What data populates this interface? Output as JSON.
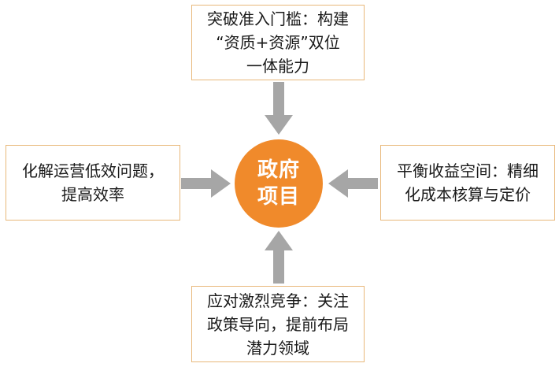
{
  "center": {
    "label": "政府\n项目",
    "color": "#f08a2b"
  },
  "boxes": {
    "top": {
      "text": "突破准入门槛：构建\n“资质+资源”双位\n一体能力"
    },
    "left": {
      "text": "化解运营低效问题，\n提高效率"
    },
    "right": {
      "text": "平衡收益空间：精细\n化成本核算与定价"
    },
    "bottom": {
      "text": "应对激烈竞争：关注\n政策导向，提前布局\n潜力领域"
    }
  },
  "colors": {
    "box_border": "#e8b87a",
    "arrow": "#a6a6a6",
    "text": "#1a1a1a"
  }
}
